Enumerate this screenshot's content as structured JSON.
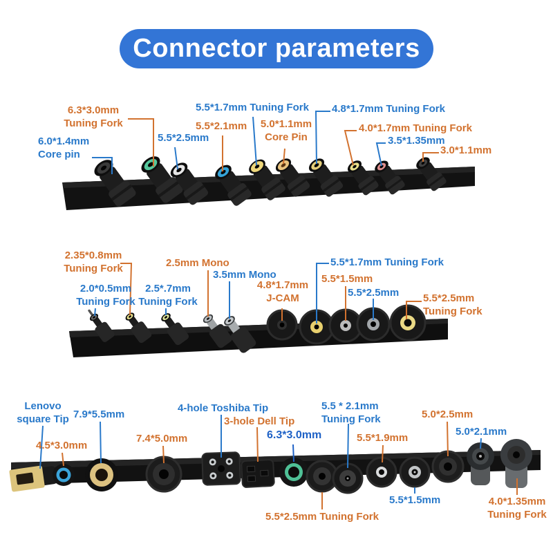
{
  "title": "Connector parameters",
  "colors": {
    "title_bg": "#3375D6",
    "title_text": "#FFFFFF",
    "blue": "#2979CA",
    "orange": "#D2722F",
    "bold_blue": "#1E61C6",
    "strip": "#121212"
  },
  "rows": [
    {
      "name": "top-strip",
      "labels": [
        {
          "text": "6.3*3.0mm\nTuning Fork",
          "color": "orange"
        },
        {
          "text": "6.0*1.4mm\nCore pin",
          "color": "blue"
        },
        {
          "text": "5.5*2.5mm",
          "color": "blue"
        },
        {
          "text": "5.5*2.1mm",
          "color": "orange"
        },
        {
          "text": "5.5*1.7mm Tuning Fork",
          "color": "blue"
        },
        {
          "text": "5.0*1.1mm\nCore Pin",
          "color": "orange"
        },
        {
          "text": "4.8*1.7mm Tuning Fork",
          "color": "blue"
        },
        {
          "text": "4.0*1.7mm Tuning Fork",
          "color": "orange"
        },
        {
          "text": "3.5*1.35mm",
          "color": "blue"
        },
        {
          "text": "3.0*1.1mm",
          "color": "orange"
        }
      ],
      "connectors": [
        {
          "label": "6.0*1.4mm Core pin",
          "ring": "#3a3a3a"
        },
        {
          "label": "6.3*3.0mm Tuning Fork",
          "ring": "#55c79c"
        },
        {
          "label": "5.5*2.5mm",
          "ring": "#e6e6e6"
        },
        {
          "label": "5.5*2.1mm",
          "ring": "#35a3d8"
        },
        {
          "label": "5.5*1.7mm Tuning Fork",
          "ring": "#eed77b"
        },
        {
          "label": "5.0*1.1mm Core Pin",
          "ring": "#e9c47f"
        },
        {
          "label": "4.8*1.7mm Tuning Fork",
          "ring": "#e5cf7a"
        },
        {
          "label": "4.0*1.7mm Tuning Fork",
          "ring": "#eae08c"
        },
        {
          "label": "3.5*1.35mm",
          "ring": "#e08e8e"
        },
        {
          "label": "3.0*1.1mm",
          "ring": "#404040"
        }
      ]
    },
    {
      "name": "middle-strip",
      "labels": [
        {
          "text": "2.35*0.8mm\nTuning Fork",
          "color": "orange"
        },
        {
          "text": "2.0*0.5mm\nTuning Fork",
          "color": "blue"
        },
        {
          "text": "2.5*.7mm\nTuning Fork",
          "color": "blue"
        },
        {
          "text": "2.5mm Mono",
          "color": "orange"
        },
        {
          "text": "3.5mm Mono",
          "color": "blue"
        },
        {
          "text": "4.8*1.7mm\nJ-CAM",
          "color": "orange"
        },
        {
          "text": "5.5*1.7mm Tuning Fork",
          "color": "blue"
        },
        {
          "text": "5.5*1.5mm",
          "color": "orange"
        },
        {
          "text": "5.5*2.5mm",
          "color": "blue"
        },
        {
          "text": "5.5*2.5mm\nTuning Fork",
          "color": "orange"
        }
      ],
      "connectors": [
        {
          "label": "2.0*0.5mm Tuning Fork",
          "ring": "#6a6a6a"
        },
        {
          "label": "2.35*0.8mm Tuning Fork",
          "ring": "#e7e18e"
        },
        {
          "label": "2.5*.7mm Tuning Fork",
          "ring": "#e0e69c"
        },
        {
          "label": "2.5mm Mono",
          "ring": "#bcc0c3"
        },
        {
          "label": "3.5mm Mono",
          "ring": "#c6cacd"
        },
        {
          "label": "4.8*1.7mm J-CAM",
          "ring": "#2f2f2f"
        },
        {
          "label": "5.5*1.7mm Tuning Fork",
          "ring": "#e8d06e"
        },
        {
          "label": "5.5*1.5mm",
          "ring": "#bbbbbb"
        },
        {
          "label": "5.5*2.5mm",
          "ring": "#a2a6a9"
        },
        {
          "label": "5.5*2.5mm Tuning Fork",
          "ring": "#ead985"
        }
      ]
    },
    {
      "name": "bottom-strip",
      "labels": [
        {
          "text": "Lenovo\nsquare Tip",
          "color": "blue"
        },
        {
          "text": "7.9*5.5mm",
          "color": "blue"
        },
        {
          "text": "4.5*3.0mm",
          "color": "orange"
        },
        {
          "text": "7.4*5.0mm",
          "color": "orange"
        },
        {
          "text": "4-hole Toshiba Tip",
          "color": "blue"
        },
        {
          "text": "3-hole Dell Tip",
          "color": "orange"
        },
        {
          "text": "6.3*3.0mm",
          "color": "bold_blue"
        },
        {
          "text": "5.5 * 2.1mm\nTuning Fork",
          "color": "blue"
        },
        {
          "text": "5.5*1.9mm",
          "color": "orange"
        },
        {
          "text": "5.0*2.5mm",
          "color": "orange"
        },
        {
          "text": "5.0*2.1mm",
          "color": "blue"
        },
        {
          "text": "5.5*2.5mm Tuning Fork",
          "color": "orange"
        },
        {
          "text": "5.5*1.5mm",
          "color": "blue"
        },
        {
          "text": "4.0*1.35mm\nTuning Fork",
          "color": "orange"
        }
      ],
      "connectors": [
        {
          "label": "Lenovo square Tip",
          "ring": "#dcc47c"
        },
        {
          "label": "4.5*3.0mm",
          "ring": "#3ba4da"
        },
        {
          "label": "7.9*5.5mm",
          "ring": "#dcc180"
        },
        {
          "label": "7.4*5.0mm",
          "ring": "#2e2e2e"
        },
        {
          "label": "4-hole Toshiba Tip",
          "ring": "#caced0"
        },
        {
          "label": "3-hole Dell Tip",
          "ring": "#0a0a0a"
        },
        {
          "label": "6.3*3.0mm",
          "ring": "#4fc096"
        },
        {
          "label": "5.5*2.5mm Tuning Fork",
          "ring": "#333333"
        },
        {
          "label": "5.5 * 2.1mm Tuning Fork",
          "ring": "#3c3c3c"
        },
        {
          "label": "5.5*1.9mm",
          "ring": "#dadcdd"
        },
        {
          "label": "5.5*1.5mm",
          "ring": "#c2c5c7"
        },
        {
          "label": "5.0*2.5mm",
          "ring": "#303030"
        },
        {
          "label": "5.0*2.1mm",
          "ring": "#44484a"
        },
        {
          "label": "4.0*1.35mm Tuning Fork",
          "ring": "#2d2d2d"
        }
      ]
    }
  ]
}
